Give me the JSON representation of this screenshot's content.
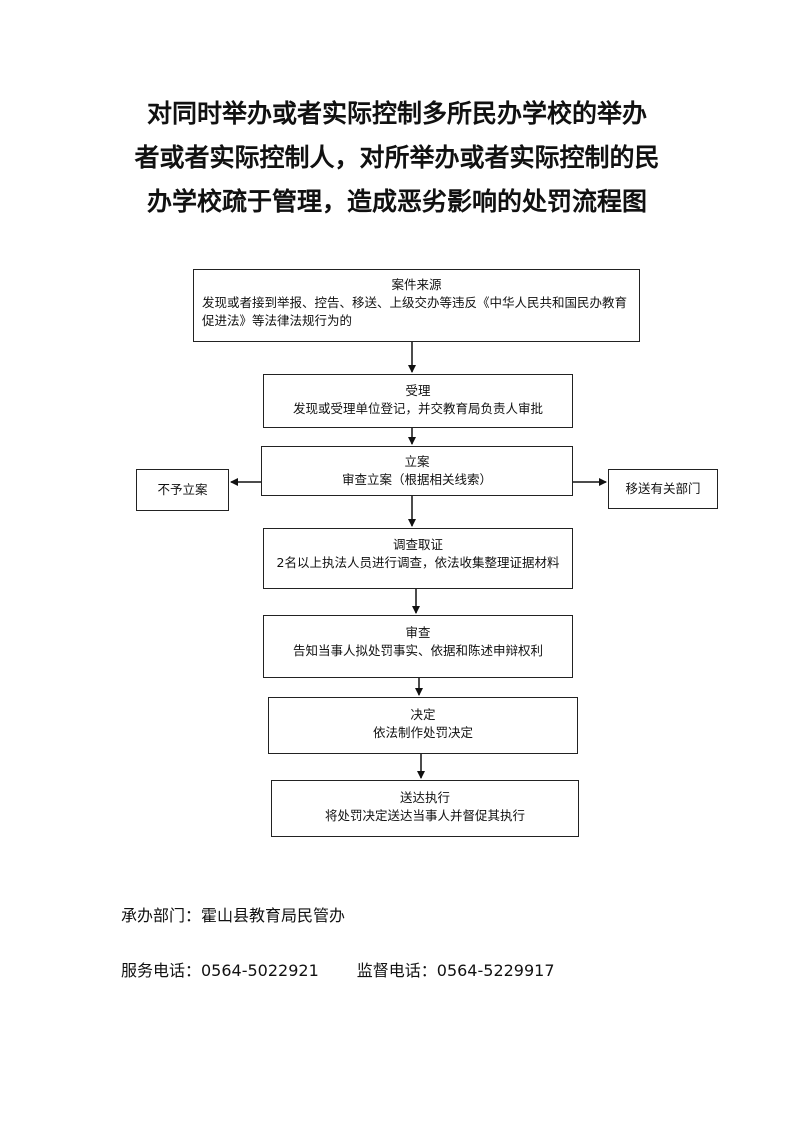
{
  "title": {
    "line1": "对同时举办或者实际控制多所民办学校的举办",
    "line2": "者或者实际控制人，对所举办或者实际控制的民",
    "line3": "办学校疏于管理，造成恶劣影响的处罚流程图"
  },
  "flow": {
    "source": {
      "heading": "案件来源",
      "desc": "发现或者接到举报、控告、移送、上级交办等违反《中华人民共和国民办教育促进法》等法律法规行为的"
    },
    "accept": {
      "heading": "受理",
      "desc": "发现或受理单位登记，并交教育局负责人审批"
    },
    "filing": {
      "heading": "立案",
      "desc": "审查立案（根据相关线索）"
    },
    "reject": {
      "label": "不予立案"
    },
    "transfer": {
      "label": "移送有关部门"
    },
    "investigate": {
      "heading": "调查取证",
      "desc": "2名以上执法人员进行调查，依法收集整理证据材料"
    },
    "review": {
      "heading": "审查",
      "desc": "告知当事人拟处罚事实、依据和陈述申辩权利"
    },
    "decision": {
      "heading": "决定",
      "desc": "依法制作处罚决定"
    },
    "delivery": {
      "heading": "送达执行",
      "desc": "将处罚决定送达当事人并督促其执行"
    }
  },
  "footer": {
    "department": "承办部门：霍山县教育局民管办",
    "service_phone": "服务电话：0564-5022921",
    "supervision_phone": "监督电话：0564-5229917"
  }
}
